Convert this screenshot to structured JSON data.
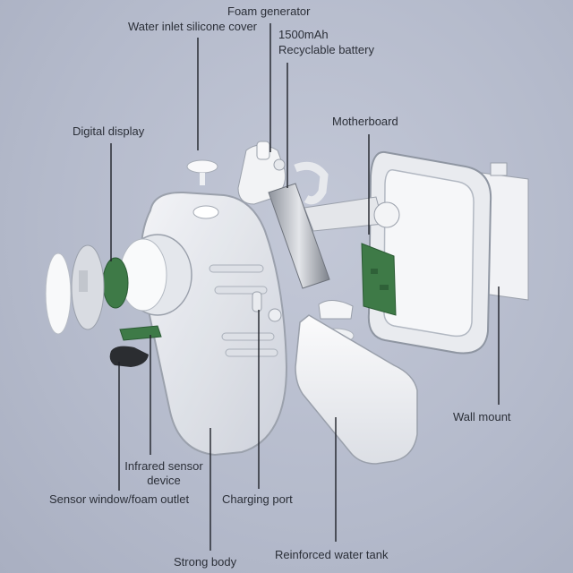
{
  "labels": {
    "foam_generator": "Foam generator",
    "water_inlet": "Water inlet silicone cover",
    "battery_1": "1500mAh",
    "battery_2": "Recyclable battery",
    "digital_display": "Digital display",
    "motherboard": "Motherboard",
    "wall_mount": "Wall mount",
    "infrared_1": "Infrared sensor",
    "infrared_2": "device",
    "sensor_window": "Sensor window/foam outlet",
    "charging_port": "Charging port",
    "strong_body": "Strong body",
    "water_tank": "Reinforced water tank"
  },
  "colors": {
    "background": "#b6bccd",
    "line": "#1e2128",
    "pcb_green": "#3e7a47",
    "plastic": "#eef0f3"
  }
}
